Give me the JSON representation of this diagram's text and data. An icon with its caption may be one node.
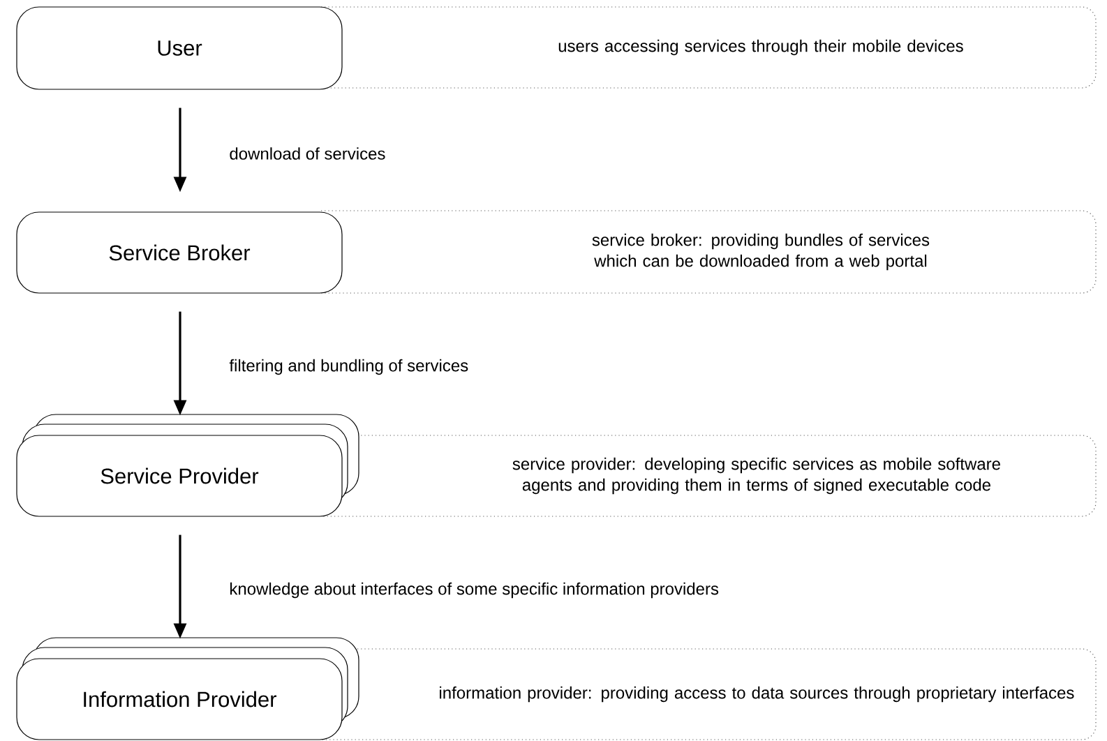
{
  "diagram": {
    "nodes": [
      {
        "text": [
          "User"
        ]
      },
      {
        "text": [
          "users accessing services through their mobile devices"
        ]
      },
      {
        "text": [
          "Service Broker"
        ]
      },
      {
        "text": [
          "service broker: providing bundles of services which can be downloaded from a web portal"
        ]
      },
      {
        "text": [
          "Service Provider"
        ]
      },
      {
        "text": [
          "service provider: developing specific services as mobile software agents and providing them in terms of signed executable code"
        ]
      },
      {
        "text": [
          "Information Provider"
        ]
      },
      {
        "text": [
          "information provider: providing access to data sources through proprietary interfaces"
        ]
      }
    ],
    "edges": [
      {
        "from": 0,
        "to": 2,
        "arrow": "to",
        "label": "download of services"
      },
      {
        "from": 2,
        "to": 4,
        "arrow": "to",
        "label": "filtering and bundling of services"
      },
      {
        "from": 4,
        "to": 6,
        "arrow": "to",
        "label": "knowledge about interfaces of some specific information providers"
      }
    ]
  }
}
